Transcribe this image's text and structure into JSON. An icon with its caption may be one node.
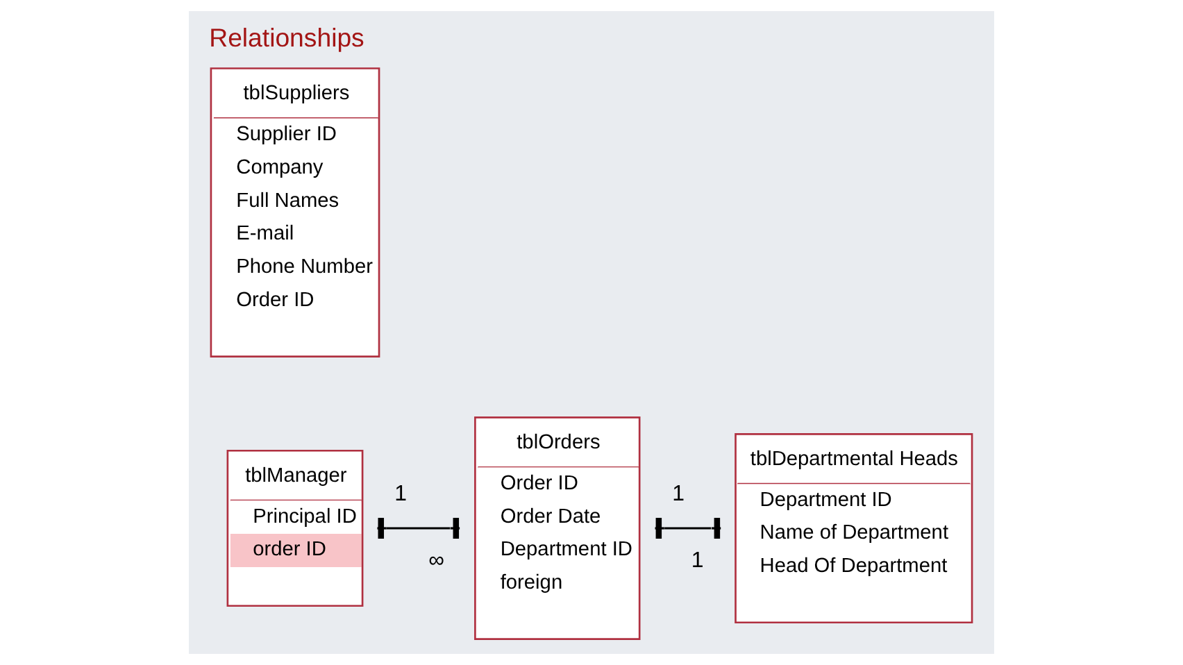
{
  "diagram": {
    "title": "Relationships",
    "nodes": [
      {
        "text": [
          "tblSuppliers",
          "Supplier ID",
          "Company",
          "Full Names",
          "E-mail",
          "Phone Number",
          "Order ID"
        ]
      },
      {
        "text": [
          "tblManager",
          "Principal ID",
          "order ID"
        ]
      },
      {
        "text": [
          "tblOrders",
          "Order ID",
          "Order Date",
          "Department ID",
          "foreign"
        ]
      },
      {
        "text": [
          "tblDepartmental Heads",
          "Department ID",
          "Name of Department",
          "Head Of Department"
        ]
      }
    ],
    "edges": [
      {
        "from": 1,
        "to": 2,
        "arrow": "other"
      },
      {
        "from": 2,
        "to": 3,
        "arrow": "other"
      }
    ],
    "labels": [
      "1",
      "∞",
      "1",
      "1"
    ]
  }
}
